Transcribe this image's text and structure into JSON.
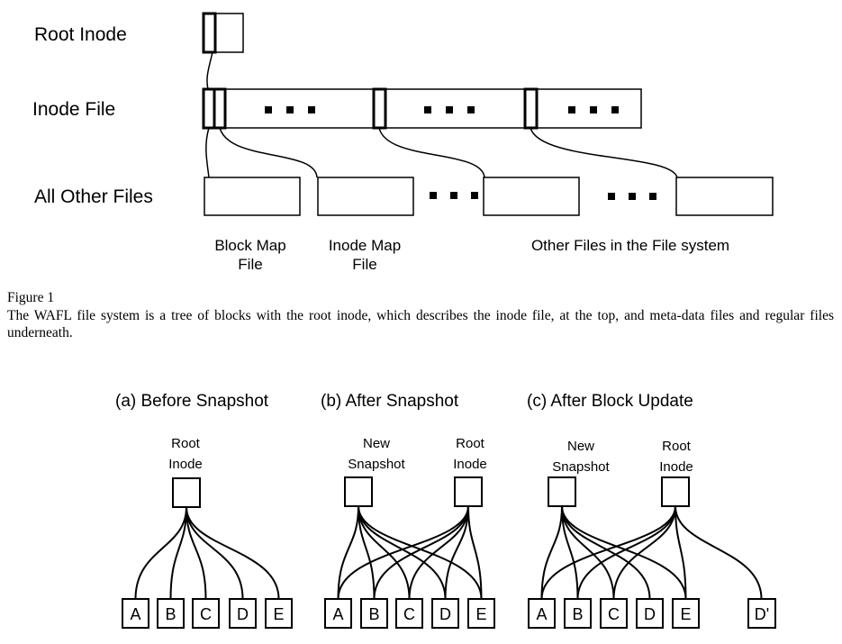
{
  "fig1": {
    "row_labels": {
      "root_inode": "Root Inode",
      "inode_file": "Inode File",
      "all_other_files": "All Other Files"
    },
    "file_captions": {
      "block_map": "Block Map\nFile",
      "inode_map": "Inode Map\nFile",
      "other_files": "Other Files in the File system"
    },
    "caption_title": "Figure 1",
    "caption_text": "The WAFL file system is a tree of blocks with the root inode, which describes the inode file, at the top, and meta-data files and regular files underneath."
  },
  "fig2": {
    "panels": [
      {
        "title": "(a) Before Snapshot",
        "root_label": "Root\nInode"
      },
      {
        "title": "(b) After Snapshot",
        "snapshot_label": "New\nSnapshot",
        "root_label": "Root\nInode"
      },
      {
        "title": "(c) After Block Update",
        "snapshot_label": "New\nSnapshot",
        "root_label": "Root\nInode"
      }
    ],
    "blocks": [
      "A",
      "B",
      "C",
      "D",
      "E"
    ],
    "updated_block": "D'"
  }
}
